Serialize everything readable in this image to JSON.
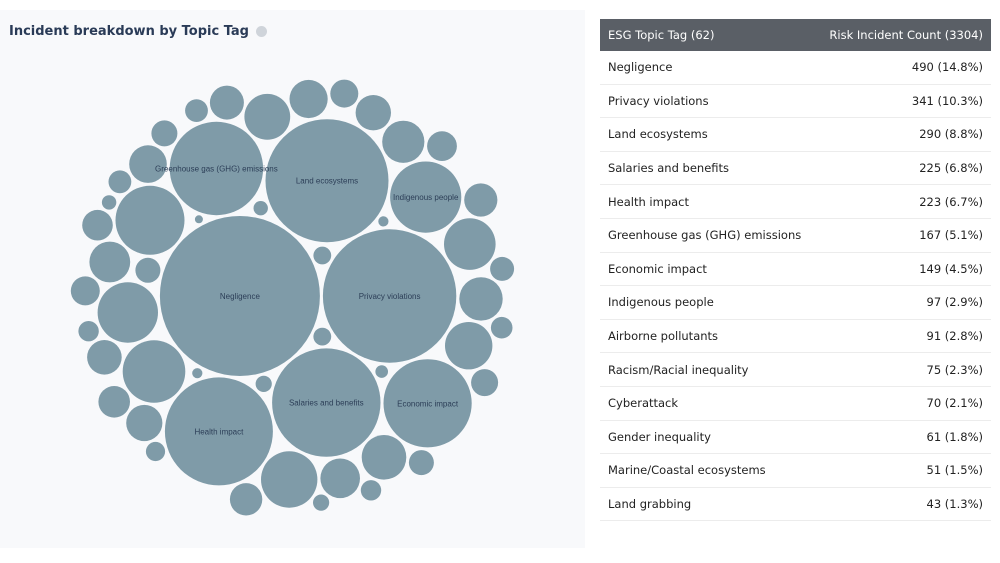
{
  "panel": {
    "title": "Incident breakdown by Topic Tag"
  },
  "table": {
    "col_tag": "ESG Topic Tag (62)",
    "col_count": "Risk Incident Count (3304)",
    "rows": [
      {
        "tag": "Negligence",
        "count": "490 (14.8%)"
      },
      {
        "tag": "Privacy violations",
        "count": "341 (10.3%)"
      },
      {
        "tag": "Land ecosystems",
        "count": "290 (8.8%)"
      },
      {
        "tag": "Salaries and benefits",
        "count": "225 (6.8%)"
      },
      {
        "tag": "Health impact",
        "count": "223 (6.7%)"
      },
      {
        "tag": "Greenhouse gas (GHG) emissions",
        "count": "167 (5.1%)"
      },
      {
        "tag": "Economic impact",
        "count": "149 (4.5%)"
      },
      {
        "tag": "Indigenous people",
        "count": "97 (2.9%)"
      },
      {
        "tag": "Airborne pollutants",
        "count": "91 (2.8%)"
      },
      {
        "tag": "Racism/Racial inequality",
        "count": "75 (2.3%)"
      },
      {
        "tag": "Cyberattack",
        "count": "70 (2.1%)"
      },
      {
        "tag": "Gender inequality",
        "count": "61 (1.8%)"
      },
      {
        "tag": "Marine/Coastal ecosystems",
        "count": "51 (1.5%)"
      },
      {
        "tag": "Land grabbing",
        "count": "43 (1.3%)"
      }
    ]
  },
  "chart_data": {
    "type": "bubble",
    "title": "Incident breakdown by Topic Tag",
    "bubble_color": "#7f9ba8",
    "label_color": "#2c3e57",
    "labeled_bubbles": [
      {
        "label": "Negligence",
        "value": 490
      },
      {
        "label": "Privacy violations",
        "value": 341
      },
      {
        "label": "Land ecosystems",
        "value": 290
      },
      {
        "label": "Salaries and benefits",
        "value": 225
      },
      {
        "label": "Health impact",
        "value": 223
      },
      {
        "label": "Greenhouse gas (GHG) emissions",
        "value": 167
      },
      {
        "label": "Economic impact",
        "value": 149
      },
      {
        "label": "Indigenous people",
        "value": 97
      }
    ],
    "unlabeled_values": [
      91,
      75,
      70,
      61,
      51,
      43,
      40,
      38,
      36,
      34,
      32,
      30,
      28,
      27,
      25,
      24,
      23,
      22,
      21,
      20,
      19,
      18,
      17,
      16,
      15,
      14,
      13,
      12,
      12,
      11,
      10,
      10,
      9,
      8,
      8,
      7,
      6,
      6,
      5,
      5,
      4,
      4,
      3,
      2,
      2,
      1
    ],
    "total": 3304,
    "tag_count": 62
  }
}
